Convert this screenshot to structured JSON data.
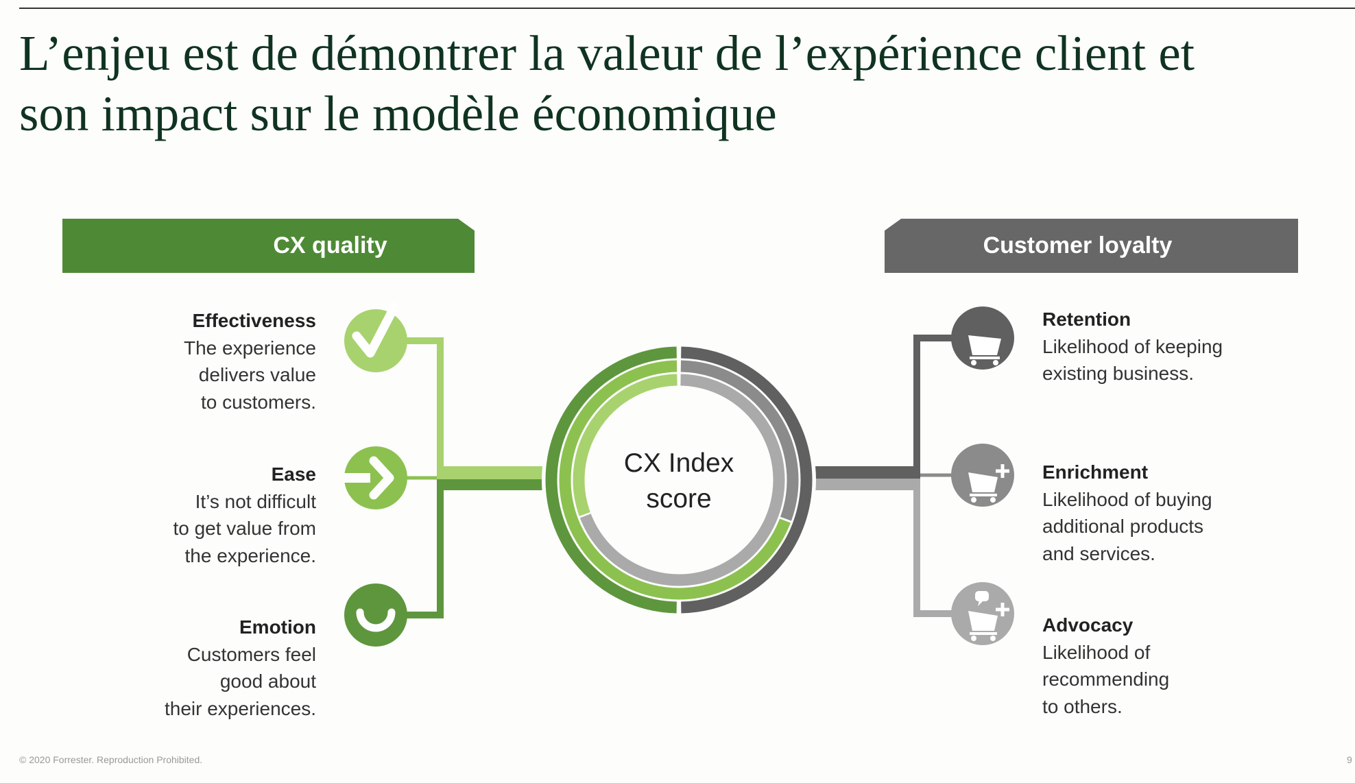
{
  "title": {
    "line1": "L’enjeu est de démontrer la valeur de l’expérience client et",
    "line2": "son impact sur le modèle économique"
  },
  "left": {
    "banner": "CX quality",
    "items": [
      {
        "heading": "Effectiveness",
        "lines": [
          "The experience",
          "delivers value",
          "to customers."
        ],
        "icon": "checkmark-icon"
      },
      {
        "heading": "Ease",
        "lines": [
          "It’s not difficult",
          "to get value from",
          "the experience."
        ],
        "icon": "arrow-right-icon"
      },
      {
        "heading": "Emotion",
        "lines": [
          "Customers feel",
          "good about",
          "their experiences."
        ],
        "icon": "smile-icon"
      }
    ]
  },
  "right": {
    "banner": "Customer loyalty",
    "items": [
      {
        "heading": "Retention",
        "lines": [
          "Likelihood of keeping",
          "existing business."
        ],
        "icon": "cart-icon"
      },
      {
        "heading": "Enrichment",
        "lines": [
          "Likelihood of buying",
          "additional products",
          "and services."
        ],
        "icon": "cart-plus-icon"
      },
      {
        "heading": "Advocacy",
        "lines": [
          "Likelihood of",
          "recommending",
          "to others."
        ],
        "icon": "cart-speech-plus-icon"
      }
    ]
  },
  "center": {
    "line1": "CX Index",
    "line2": "score"
  },
  "colors": {
    "dark_green": "#5e963e",
    "mid_green": "#8cc150",
    "light_green": "#a8d26e",
    "dark_gray": "#5f605f",
    "mid_gray": "#8a8b8a",
    "light_gray": "#a9aaa9",
    "title": "#0f3320"
  },
  "footer": {
    "copyright": "© 2020 Forrester. Reproduction Prohibited.",
    "page": "9"
  }
}
